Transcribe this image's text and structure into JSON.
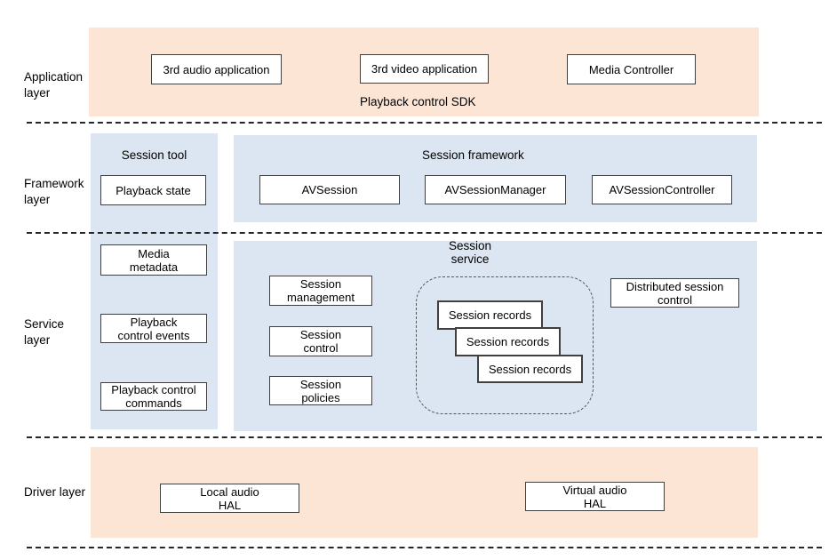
{
  "diagram": {
    "layer_labels": {
      "application": "Application\nlayer",
      "framework": "Framework\nlayer",
      "service": "Service\nlayer",
      "driver": "Driver layer"
    },
    "application": {
      "audio_app": "3rd audio application",
      "video_app": "3rd video application",
      "media_controller": "Media Controller",
      "sdk_label": "Playback control SDK"
    },
    "framework": {
      "session_tool_title": "Session tool",
      "playback_state": "Playback state",
      "session_framework_title": "Session framework",
      "avsession": "AVSession",
      "avsession_manager": "AVSessionManager",
      "avsession_controller": "AVSessionController"
    },
    "service": {
      "media_metadata": "Media\nmetadata",
      "playback_control_events": "Playback\ncontrol events",
      "playback_control_commands": "Playback control\ncommands",
      "session_service_title": "Session\nservice",
      "session_management": "Session\nmanagement",
      "session_control": "Session\ncontrol",
      "session_policies": "Session\npolicies",
      "session_records": [
        "Session records",
        "Session records",
        "Session records"
      ],
      "distributed_session_control": "Distributed session\ncontrol"
    },
    "driver": {
      "local_audio_hal": "Local audio\nHAL",
      "virtual_audio_hal": "Virtual audio\nHAL"
    },
    "colors": {
      "application_band": "#fce5d5",
      "panel_blue": "#dce6f2",
      "box_border": "#404040",
      "separator": "#262626"
    }
  }
}
